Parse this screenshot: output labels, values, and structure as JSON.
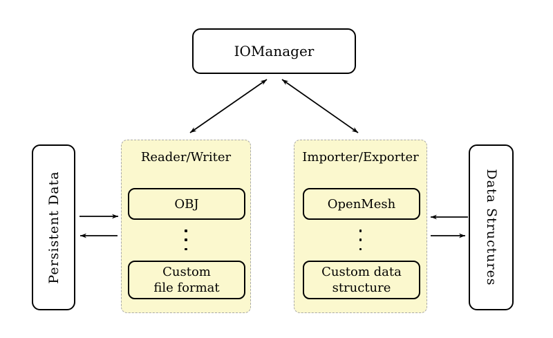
{
  "colors": {
    "background": "#ffffff",
    "group_fill": "#fbf8ce",
    "group_border": "#a8a8a8",
    "node_border": "#000000",
    "arrow": "#000000"
  },
  "nodes": {
    "iomanager": "IOManager",
    "persistent_data": "Persistent Data",
    "data_structures": "Data Structures"
  },
  "groups": {
    "reader_writer": {
      "title": "Reader/Writer",
      "items": [
        "OBJ",
        "Custom\nfile format"
      ],
      "ellipsis": "⋮"
    },
    "importer_exporter": {
      "title": "Importer/Exporter",
      "items": [
        "OpenMesh",
        "Custom data\nstructure"
      ],
      "ellipsis": "⋮"
    }
  },
  "connections": [
    {
      "from": "IOManager",
      "to": "Reader/Writer",
      "type": "bidirectional"
    },
    {
      "from": "IOManager",
      "to": "Importer/Exporter",
      "type": "bidirectional"
    },
    {
      "from": "Persistent Data",
      "to": "Reader/Writer",
      "type": "arrow"
    },
    {
      "from": "Reader/Writer",
      "to": "Persistent Data",
      "type": "arrow"
    },
    {
      "from": "Data Structures",
      "to": "Importer/Exporter",
      "type": "arrow"
    },
    {
      "from": "Importer/Exporter",
      "to": "Data Structures",
      "type": "arrow"
    }
  ]
}
